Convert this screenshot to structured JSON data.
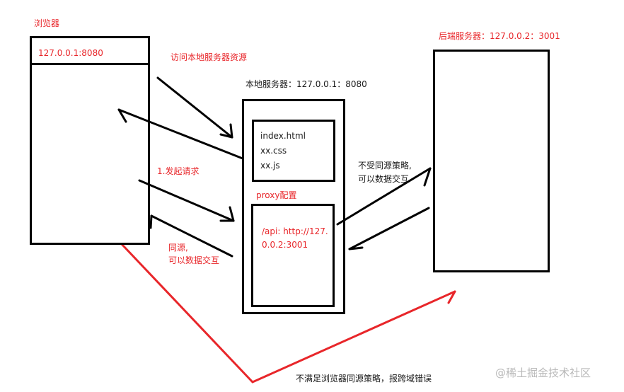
{
  "browser": {
    "title": "浏览器",
    "address": "127.0.0.1:8080"
  },
  "local_server": {
    "title": "本地服务器：127.0.0.1：8080",
    "files": [
      "index.html",
      "xx.css",
      "xx.js"
    ],
    "proxy_title": "proxy配置",
    "proxy_rule_line1": "/api: http://127.",
    "proxy_rule_line2": "0.0.2:3001"
  },
  "backend_server": {
    "title": "后端服务器：127.0.0.2：3001"
  },
  "annotations": {
    "visit_local": "访问本地服务器资源",
    "request": "1.发起请求",
    "same_origin_line1": "同源,",
    "same_origin_line2": "可以数据交互",
    "no_policy_line1": "不受同源策略,",
    "no_policy_line2": "可以数据交互",
    "cross_origin_error": "不满足浏览器同源策略，报跨域错误"
  },
  "watermark": "@稀土掘金技术社区",
  "colors": {
    "label_red": "#e8262a",
    "arrow_black": "#000000",
    "error_arrow_red": "#e8262a"
  }
}
